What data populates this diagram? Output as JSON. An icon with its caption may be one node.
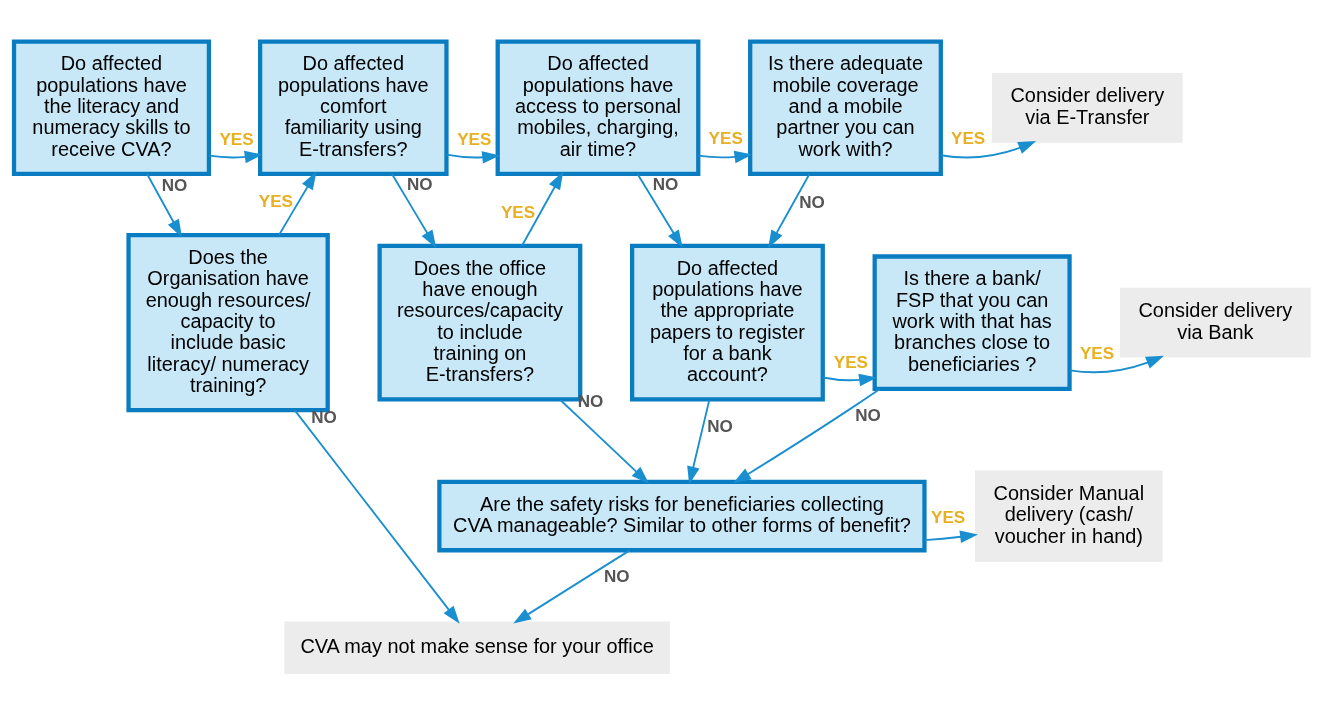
{
  "diagram": {
    "nodes": [
      {
        "text": [
          "Do affected populations have the literacy and numeracy skills to receive CVA?"
        ]
      },
      {
        "text": [
          "Do affected populations have comfort familiarity using E-transfers?"
        ]
      },
      {
        "text": [
          "Do affected populations have access to personal mobiles, charging, air time?"
        ]
      },
      {
        "text": [
          "Is there adequate mobile coverage and a mobile partner you can work with?"
        ]
      },
      {
        "text": [
          "Consider delivery via E-Transfer"
        ]
      },
      {
        "text": [
          "Does the Organisation have enough resources/ capacity to include basic literacy/ numeracy training?"
        ]
      },
      {
        "text": [
          "Does the office have enough resources/capacity to include training on E-transfers?"
        ]
      },
      {
        "text": [
          "Do affected populations have the appropriate papers to register for a bank account?"
        ]
      },
      {
        "text": [
          "Is there a bank/ FSP that you can work with that has branches close to beneficiaries ?"
        ]
      },
      {
        "text": [
          "Consider delivery via Bank"
        ]
      },
      {
        "text": [
          "Are the safety risks for beneficiaries collecting CVA manageable? Similar to other forms of benefit?"
        ]
      },
      {
        "text": [
          "Consider Manual delivery (cash/ voucher in hand)"
        ]
      },
      {
        "text": [
          "CVA may not make sense for your office"
        ]
      }
    ],
    "edges": [
      {
        "from": 0,
        "to": 1,
        "arrow": "to",
        "label": "YES"
      },
      {
        "from": 1,
        "to": 2,
        "arrow": "to",
        "label": "YES"
      },
      {
        "from": 2,
        "to": 3,
        "arrow": "to",
        "label": "YES"
      },
      {
        "from": 3,
        "to": 4,
        "arrow": "to",
        "label": "YES"
      },
      {
        "from": 0,
        "to": 5,
        "arrow": "to",
        "label": "NO"
      },
      {
        "from": 5,
        "to": 1,
        "arrow": "to",
        "label": "YES"
      },
      {
        "from": 1,
        "to": 6,
        "arrow": "to",
        "label": "NO"
      },
      {
        "from": 6,
        "to": 2,
        "arrow": "to",
        "label": "YES"
      },
      {
        "from": 2,
        "to": 7,
        "arrow": "to",
        "label": "NO"
      },
      {
        "from": 3,
        "to": 7,
        "arrow": "to",
        "label": "NO"
      },
      {
        "from": 7,
        "to": 8,
        "arrow": "to",
        "label": "YES"
      },
      {
        "from": 8,
        "to": 9,
        "arrow": "to",
        "label": "YES"
      },
      {
        "from": 5,
        "to": 12,
        "arrow": "to",
        "label": "NO"
      },
      {
        "from": 6,
        "to": 10,
        "arrow": "to",
        "label": "NO"
      },
      {
        "from": 7,
        "to": 10,
        "arrow": "to",
        "label": "NO"
      },
      {
        "from": 8,
        "to": 10,
        "arrow": "to",
        "label": "NO"
      },
      {
        "from": 10,
        "to": 11,
        "arrow": "to",
        "label": "YES"
      },
      {
        "from": 10,
        "to": 12,
        "arrow": "to",
        "label": "NO"
      }
    ]
  }
}
